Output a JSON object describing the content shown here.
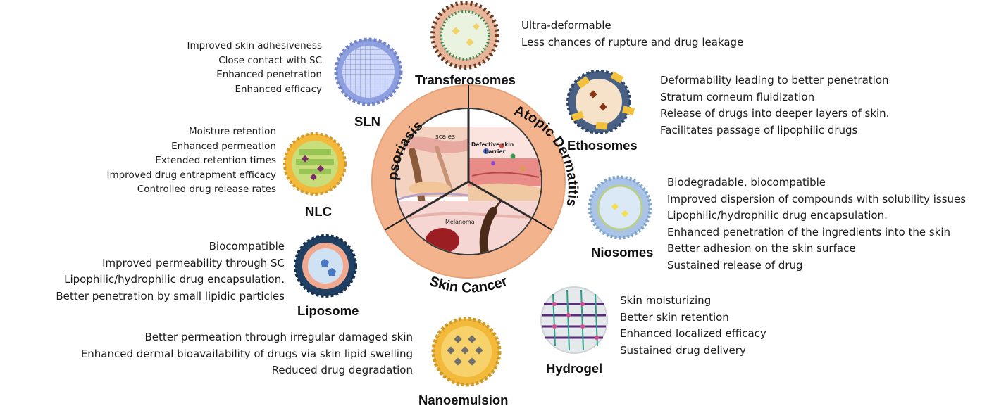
{
  "center": {
    "sectors": [
      "psoriasis",
      "Atopic Dermatitis",
      "Skin Cancer"
    ],
    "inner_labels": {
      "scales": "scales",
      "defective_barrier_line1": "Defective skin",
      "defective_barrier_line2": "barrier",
      "melanoma": "Melanoma"
    }
  },
  "carriers": {
    "transferosomes": {
      "name": "Transferosomes",
      "benefits": [
        "Ultra-deformable",
        "Less chances of rupture and drug leakage"
      ]
    },
    "sln": {
      "name": "SLN",
      "benefits": [
        "Improved skin adhesiveness",
        "Close contact with SC",
        "Enhanced penetration",
        "Enhanced efficacy"
      ]
    },
    "ethosomes": {
      "name": "Ethosomes",
      "benefits": [
        "Deformability leading to better penetration",
        "Stratum corneum fluidization",
        "Release of drugs into deeper layers of skin.",
        "Facilitates passage of lipophilic drugs"
      ]
    },
    "nlc": {
      "name": "NLC",
      "benefits": [
        "Moisture retention",
        "Enhanced permeation",
        "Extended retention times",
        "Improved drug entrapment efficacy",
        "Controlled drug release rates"
      ]
    },
    "niosomes": {
      "name": "Niosomes",
      "benefits": [
        "Biodegradable, biocompatible",
        "Improved dispersion of compounds with solubility issues",
        "Lipophilic/hydrophilic drug encapsulation.",
        "Enhanced penetration of the ingredients into the skin",
        "Better adhesion on the skin surface",
        "Sustained release of drug"
      ]
    },
    "liposome": {
      "name": "Liposome",
      "benefits": [
        "Biocompatible",
        "Improved permeability through SC",
        "Lipophilic/hydrophilic drug encapsulation.",
        "Better penetration by small lipidic particles"
      ]
    },
    "hydrogel": {
      "name": "Hydrogel",
      "benefits": [
        "Skin moisturizing",
        "Better skin retention",
        "Enhanced localized efficacy",
        "Sustained drug delivery"
      ]
    },
    "nanoemulsion": {
      "name": "Nanoemulsion",
      "benefits": [
        "Better permeation through irregular damaged skin",
        "Enhanced dermal bioavailability of drugs via skin lipid swelling",
        "Reduced drug degradation"
      ]
    }
  },
  "colors": {
    "ring": "#f3b38c",
    "divider": "#1a1a1a",
    "text": "#1a1a1a",
    "transferosome_outer": "#e8b49a",
    "transferosome_dark": "#6b3a22",
    "sln_shell": "#8fa0e0",
    "nlc_shell": "#f2b93a",
    "nlc_core": "#b8d96a",
    "ethosome_shell": "#4a6186",
    "ethosome_drug": "#f4c23a",
    "niosome_shell": "#a9c4e6",
    "liposome_shell": "#1f3f63",
    "hydrogel_grid": "#5a2a7a",
    "nanoemulsion_shell": "#f2b93a"
  }
}
